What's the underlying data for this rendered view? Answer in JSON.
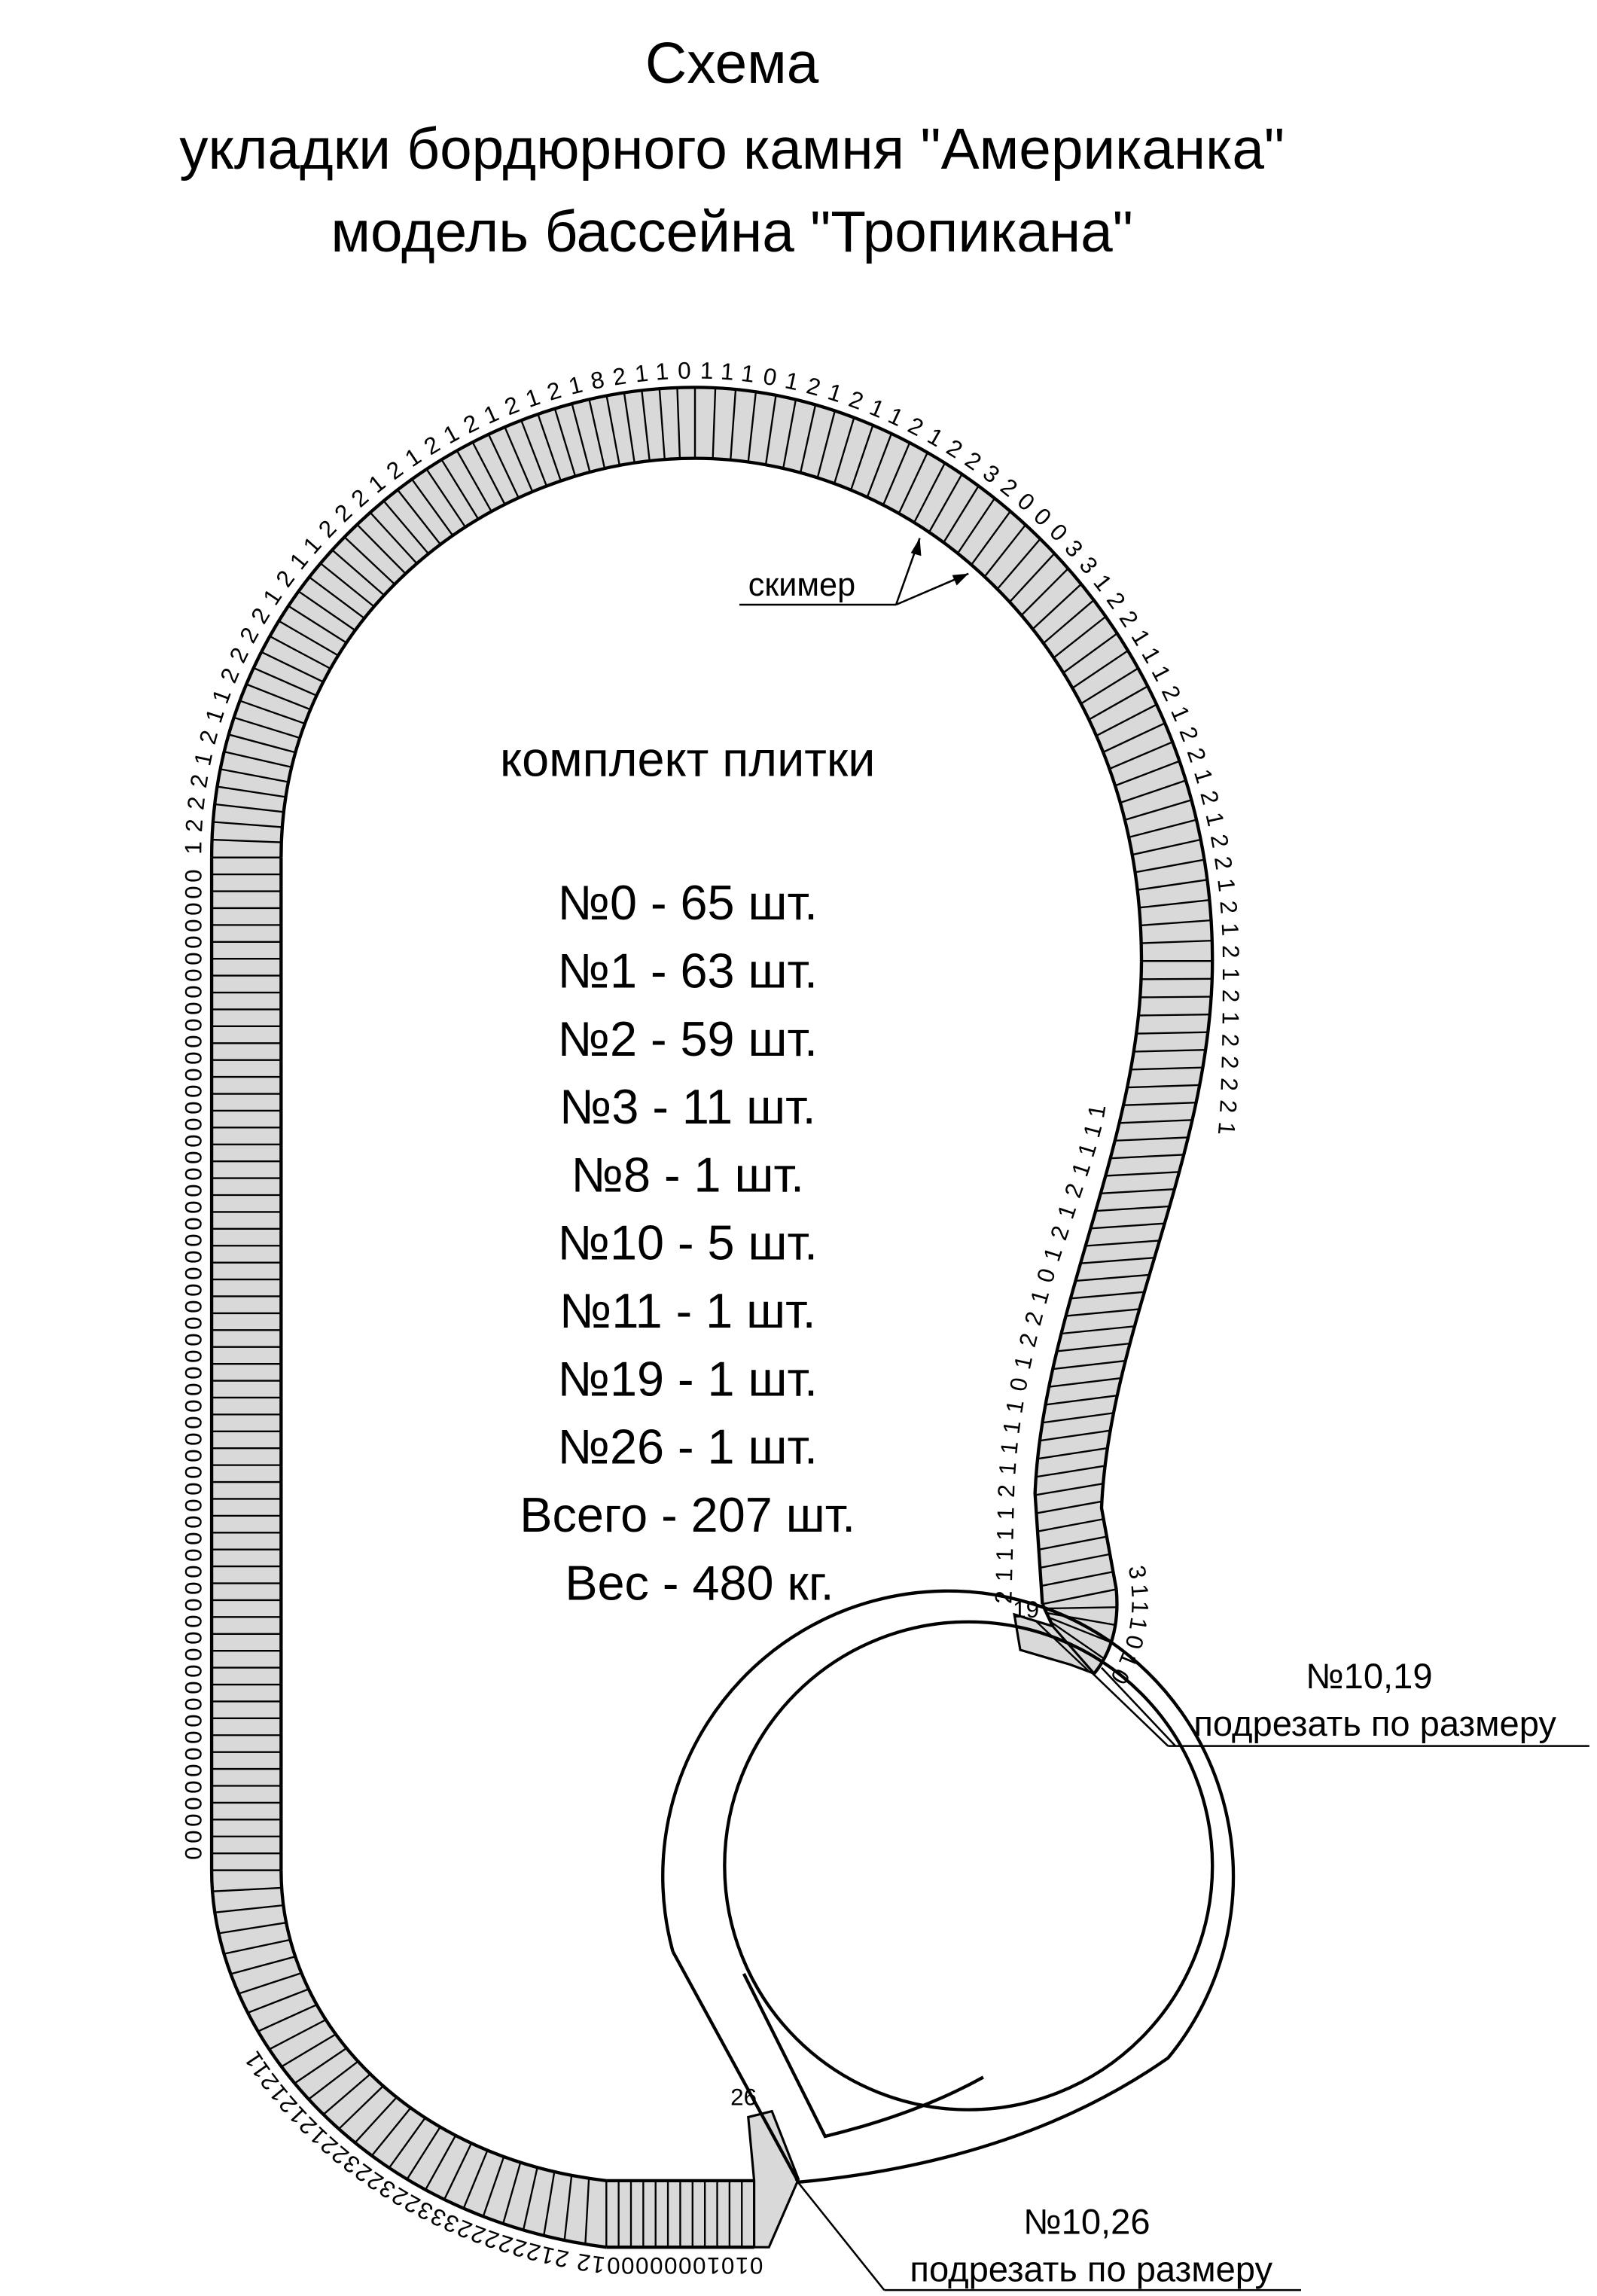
{
  "title": {
    "line1": "Схема",
    "line2": "укладки бордюрного камня \"Американка\"",
    "line3": "модель бассейна \"Тропикана\""
  },
  "kit": {
    "heading": "комплект плитки",
    "items": [
      "№0 - 65 шт.",
      "№1 - 63 шт.",
      "№2 - 59 шт.",
      "№3 - 11 шт.",
      "№8 - 1 шт.",
      "№10 - 5 шт.",
      "№11 - 1 шт.",
      "№19 - 1 шт.",
      "№26 - 1 шт.",
      "Всего - 207 шт.",
      "Вес - 480 кг."
    ]
  },
  "annotations": {
    "skimmer": "скимер",
    "cut1_label": "№10,19",
    "cut1_text": "подрезать по размеру",
    "cut2_label": "№10,26",
    "cut2_text": "подрезать по размеру",
    "tile19": "19",
    "tile26": "26"
  },
  "tile_numbers": {
    "bottom": "0101000000012 212222223332232232212121211",
    "left": "000000000000000000000000000000000000000000000000000000000000",
    "top": "1222121122221211222121212121218211011101212112122320003312211121221212212121212222121111",
    "inner_right": "211112111101221012121111",
    "tail": "3111010"
  },
  "colors": {
    "tile_fill": "#d9d9d9",
    "line": "#000000"
  }
}
